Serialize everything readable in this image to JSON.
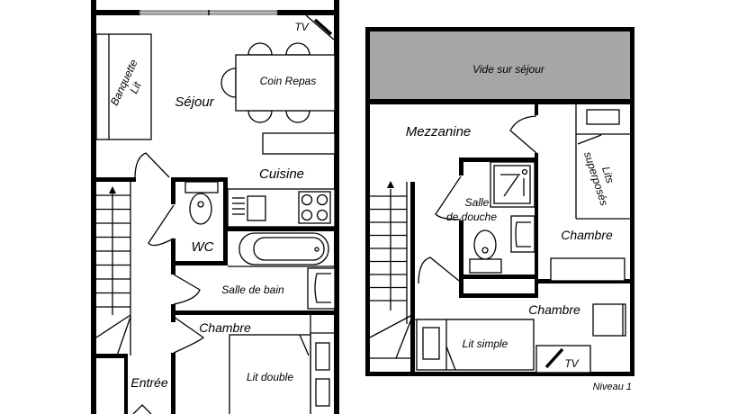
{
  "plans": {
    "ground": {
      "rooms": {
        "sejour": "Séjour",
        "coin_repas": "Coin Repas",
        "banquette": "Banquette",
        "banquette_lit": "Lit",
        "tv": "TV",
        "cuisine": "Cuisine",
        "wc": "WC",
        "salle_de_bain": "Salle de bain",
        "chambre": "Chambre",
        "lit_double": "Lit double",
        "entree": "Entrée"
      }
    },
    "level1": {
      "rooms": {
        "vide": "Vide sur séjour",
        "mezzanine": "Mezzanine",
        "salle_douche_1": "Salle",
        "salle_douche_2": "de douche",
        "lits_1": "Lits",
        "lits_2": "superposés",
        "chambre_1": "Chambre",
        "chambre_2": "Chambre",
        "lit_simple": "Lit simple",
        "tv": "TV"
      },
      "caption": "Niveau 1"
    }
  },
  "colors": {
    "wall": "#000000",
    "void": "#a6a6a6"
  }
}
